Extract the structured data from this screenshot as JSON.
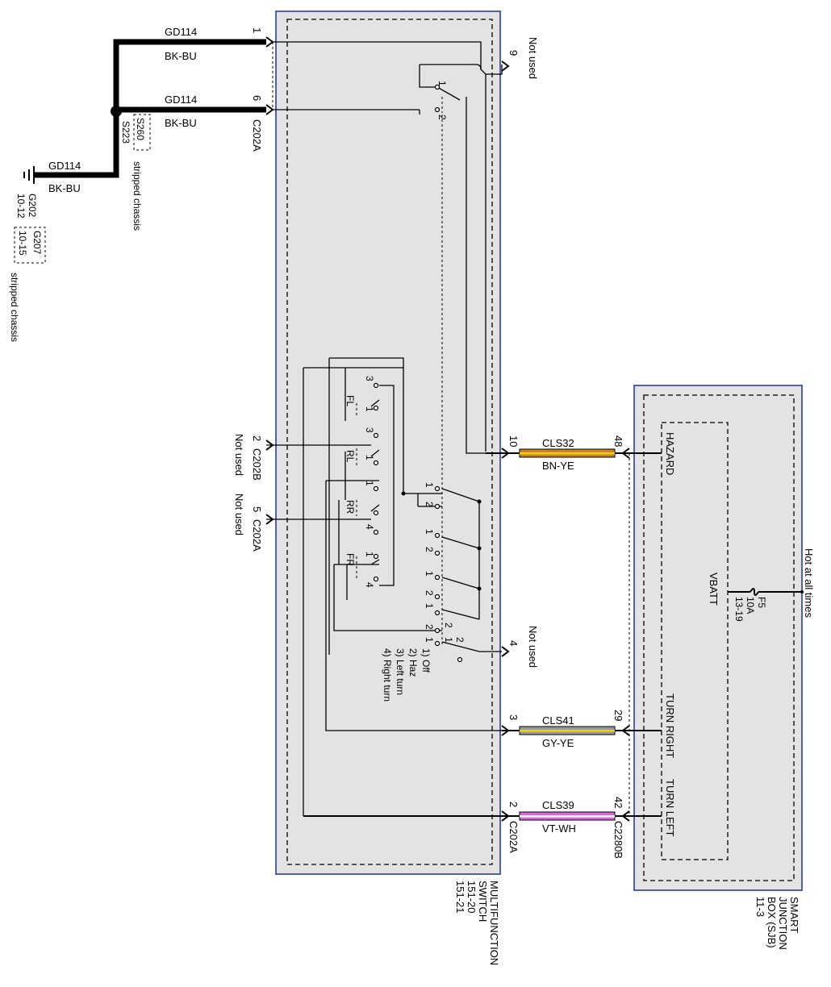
{
  "ground": {
    "wire_id_1": "GD114",
    "color_1": "BK-BU",
    "wire_id_2": "GD114",
    "color_2": "BK-BU",
    "wire_id_3": "GD114",
    "color_3": "BK-BU",
    "splice_s260": "S260",
    "splice_s223": "S223",
    "splice_note": "stripped chassis",
    "g202": "G202",
    "g202_page": "10-12",
    "g207": "G207",
    "g207_page": "10-15",
    "ground_note": "stripped chassis",
    "pin_1": "1",
    "pin_6": "6",
    "conn_c202a_top": "C202A"
  },
  "multifunction_switch": {
    "name_line1": "MULTIFUNCTION",
    "name_line2": "SWITCH",
    "page_1": "151-20",
    "page_2": "151-21",
    "pin_9": "9",
    "pin_9_note": "Not used",
    "pin_2_left": "2",
    "conn_c202b": "C202B",
    "pin_2_left_note": "Not used",
    "pin_5_left": "5",
    "conn_c202a_left": "C202A",
    "pin_5_left_note": "Not used",
    "pin_4": "4",
    "pin_4_note": "Not used",
    "pin_10": "10",
    "pin_3": "3",
    "pin_2_right": "2",
    "conn_c202a_bottom": "C202A",
    "lamp_fl": "FL",
    "lamp_rl": "RL",
    "lamp_rr": "RR",
    "lamp_fr": "FR",
    "legend_1": "1) Off",
    "legend_2": "2) Haz",
    "legend_3": "3) Left turn",
    "legend_4": "4) Right turn",
    "contact_nums": [
      "1",
      "2",
      "3",
      "4"
    ]
  },
  "circuits": [
    {
      "id": "CLS32",
      "color": "BN-YE",
      "switch_pin": "10",
      "sjb_pin": "48",
      "function": "HAZARD",
      "stripe_main": "#c8842c",
      "stripe_accent": "#f2d200"
    },
    {
      "id": "CLS41",
      "color": "GY-YE",
      "switch_pin": "3",
      "sjb_pin": "29",
      "function": "TURN RIGHT",
      "stripe_main": "#9a9a9a",
      "stripe_accent": "#f2d200"
    },
    {
      "id": "CLS39",
      "color": "VT-WH",
      "switch_pin": "2",
      "sjb_pin": "42",
      "function": "TURN LEFT",
      "stripe_main": "#d86ad8",
      "stripe_accent": "#ffffff"
    }
  ],
  "sjb": {
    "name_line1": "SMART",
    "name_line2": "JUNCTION",
    "name_line3": "BOX (SJB)",
    "page": "11-3",
    "conn_c2280b": "C2280B",
    "vbatt": "VBATT",
    "fuse": "F5",
    "fuse_rating": "10A",
    "fuse_page": "13-19",
    "hot_note": "Hot at all times"
  }
}
